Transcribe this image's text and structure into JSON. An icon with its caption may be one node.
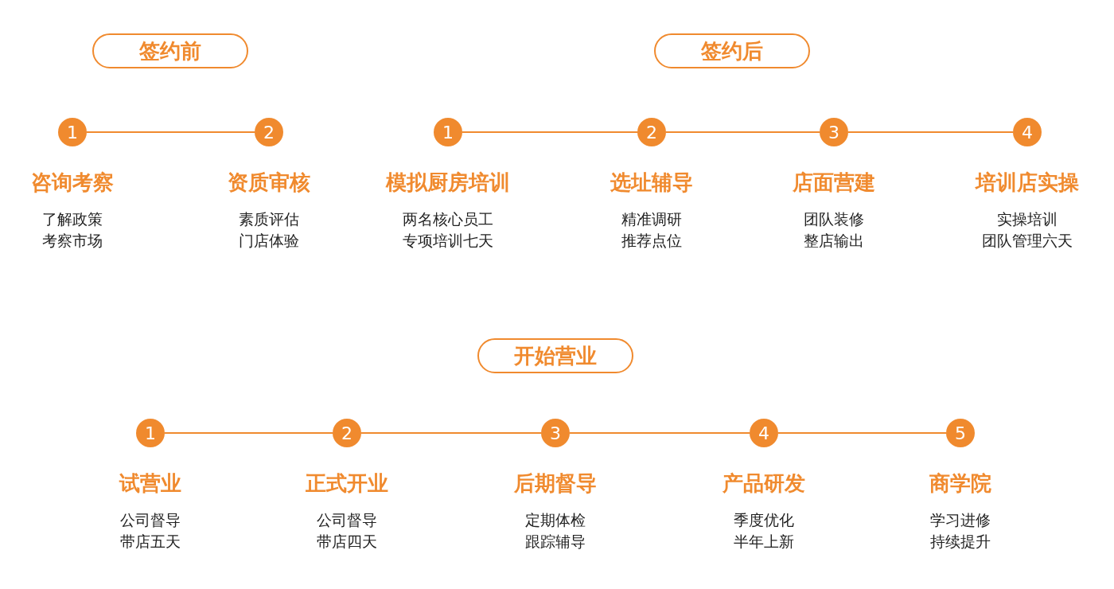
{
  "diagram": {
    "nodes": [
      {
        "text": [
          "签约前"
        ]
      },
      {
        "text": [
          "签约后"
        ]
      },
      {
        "text": [
          "开始营业"
        ]
      },
      {
        "text": [
          "1"
        ],
        "beside": [
          "咨询考察",
          "了解政策",
          "考察市场"
        ]
      },
      {
        "text": [
          "2"
        ],
        "beside": [
          "资质审核",
          "素质评估",
          "门店体验"
        ]
      },
      {
        "text": [
          "1"
        ],
        "beside": [
          "模拟厨房培训",
          "两名核心员工",
          "专项培训七天"
        ]
      },
      {
        "text": [
          "2"
        ],
        "beside": [
          "选址辅导",
          "精准调研",
          "推荐点位"
        ]
      },
      {
        "text": [
          "3"
        ],
        "beside": [
          "店面营建",
          "团队装修",
          "整店输出"
        ]
      },
      {
        "text": [
          "4"
        ],
        "beside": [
          "培训店实操",
          "实操培训",
          "团队管理六天"
        ]
      },
      {
        "text": [
          "1"
        ],
        "beside": [
          "试营业",
          "公司督导",
          "带店五天"
        ]
      },
      {
        "text": [
          "2"
        ],
        "beside": [
          "正式开业",
          "公司督导",
          "带店四天"
        ]
      },
      {
        "text": [
          "3"
        ],
        "beside": [
          "后期督导",
          "定期体检",
          "跟踪辅导"
        ]
      },
      {
        "text": [
          "4"
        ],
        "beside": [
          "产品研发",
          "季度优化",
          "半年上新"
        ]
      },
      {
        "text": [
          "5"
        ],
        "beside": [
          "商学院",
          "学习进修",
          "持续提升"
        ]
      }
    ],
    "edges": [
      {
        "from": 3,
        "to": 4,
        "arrow": "none"
      },
      {
        "from": 5,
        "to": 6,
        "arrow": "none"
      },
      {
        "from": 6,
        "to": 7,
        "arrow": "none"
      },
      {
        "from": 7,
        "to": 8,
        "arrow": "none"
      },
      {
        "from": 9,
        "to": 10,
        "arrow": "none"
      },
      {
        "from": 10,
        "to": 11,
        "arrow": "none"
      },
      {
        "from": 11,
        "to": 12,
        "arrow": "none"
      },
      {
        "from": 12,
        "to": 13,
        "arrow": "none"
      }
    ]
  }
}
